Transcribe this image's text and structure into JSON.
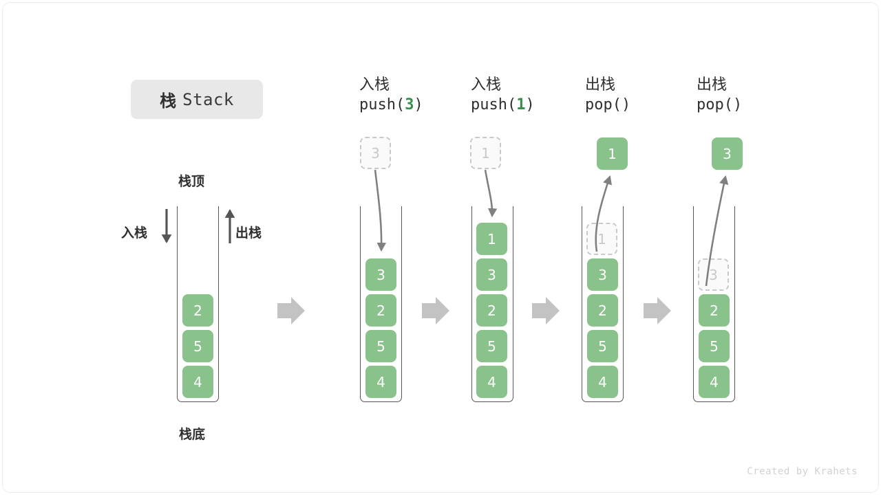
{
  "title": {
    "cn": "栈",
    "en": "Stack"
  },
  "footer": "Created by Krahets",
  "colors": {
    "cell_green": "#8ac28c",
    "accent_green": "#3a8c4e",
    "ghost_gray": "#c9c9c9",
    "arrow_gray": "#808080",
    "block_arrow_gray": "#c3c3c3",
    "badge_bg": "#e8e8e8"
  },
  "legend": {
    "top_label": "栈顶",
    "bottom_label": "栈底",
    "push_label": "入栈",
    "pop_label": "出栈"
  },
  "columns": [
    {
      "id": "initial",
      "header_cn": "",
      "header_code_pre": "",
      "header_code_num": "",
      "header_code_post": "",
      "cells": [
        "2",
        "5",
        "4"
      ],
      "ghost": null
    },
    {
      "id": "push-3",
      "header_cn": "入栈",
      "header_code_pre": "push(",
      "header_code_num": "3",
      "header_code_post": ")",
      "cells": [
        "3",
        "2",
        "5",
        "4"
      ],
      "ghost": {
        "value": "3",
        "position": "above-tube"
      }
    },
    {
      "id": "push-1",
      "header_cn": "入栈",
      "header_code_pre": "push(",
      "header_code_num": "1",
      "header_code_post": ")",
      "cells": [
        "1",
        "3",
        "2",
        "5",
        "4"
      ],
      "ghost": {
        "value": "1",
        "position": "above-tube"
      }
    },
    {
      "id": "pop-1",
      "header_cn": "出栈",
      "header_code_pre": "pop(",
      "header_code_num": "",
      "header_code_post": ")",
      "cells": [
        "3",
        "2",
        "5",
        "4"
      ],
      "ghost": {
        "value": "1",
        "position": "in-tube-top"
      },
      "popped": {
        "value": "1"
      }
    },
    {
      "id": "pop-3",
      "header_cn": "出栈",
      "header_code_pre": "pop(",
      "header_code_num": "",
      "header_code_post": ")",
      "cells": [
        "2",
        "5",
        "4"
      ],
      "ghost": {
        "value": "3",
        "position": "in-tube-top"
      },
      "popped": {
        "value": "3"
      }
    }
  ],
  "separators": [
    "arrow-right",
    "arrow-right",
    "arrow-right",
    "arrow-right"
  ]
}
